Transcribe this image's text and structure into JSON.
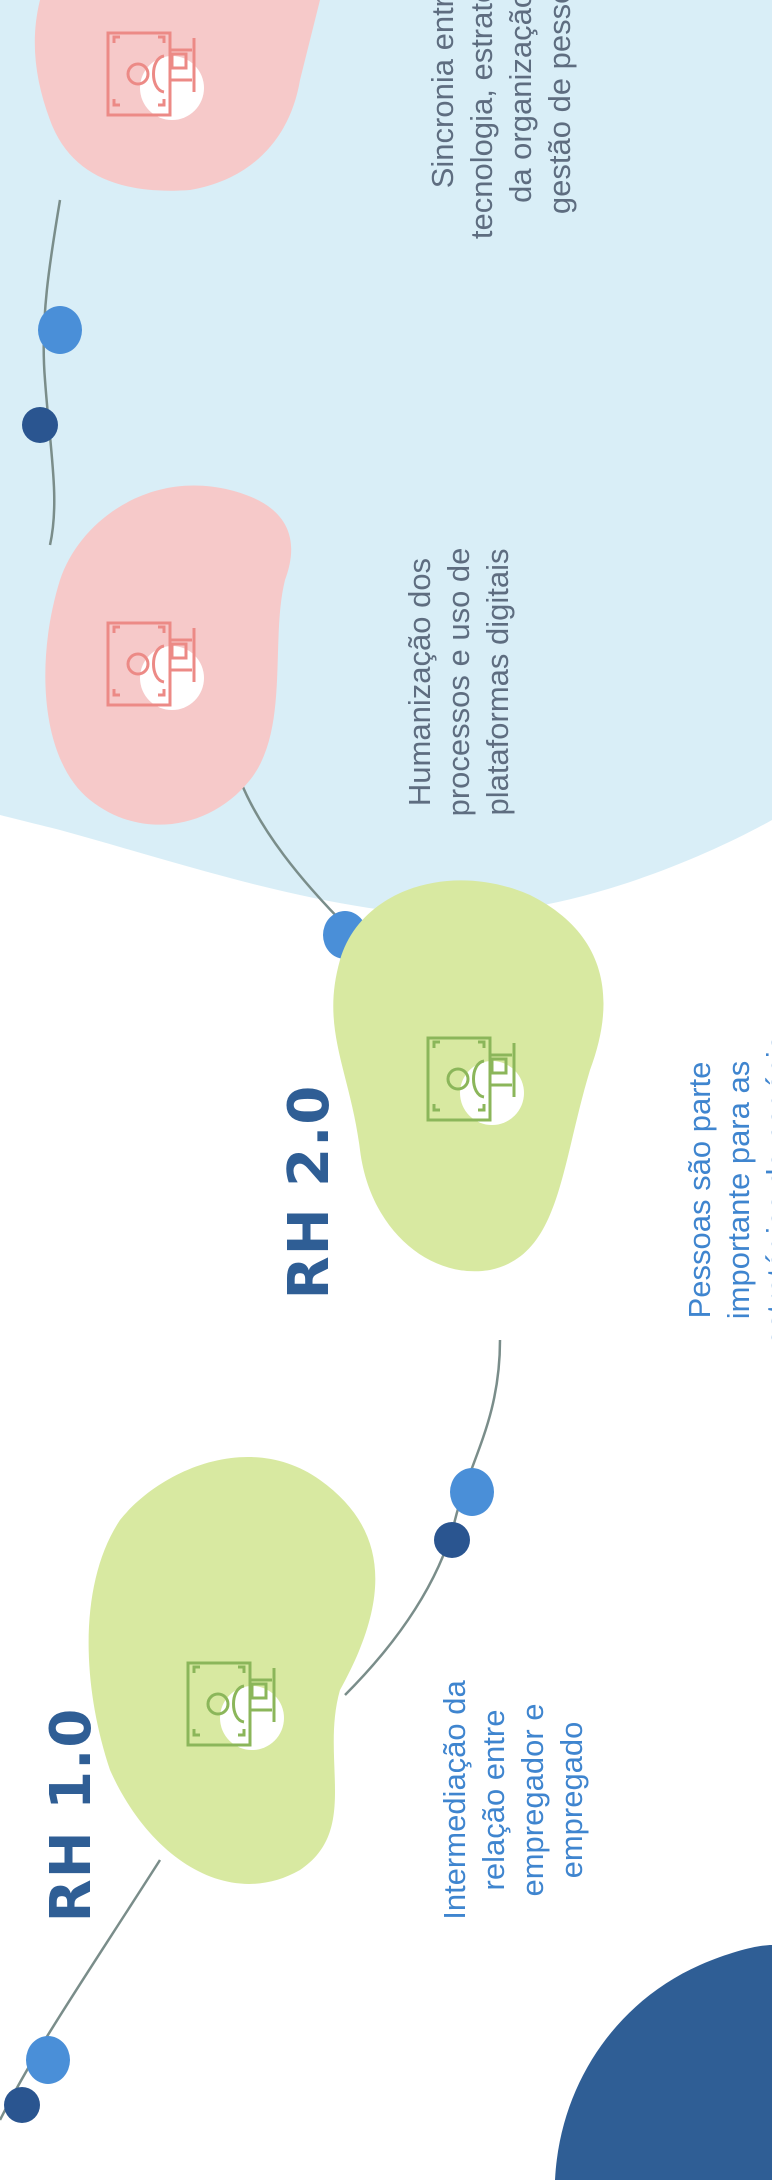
{
  "stages": [
    {
      "title": "RH 1.0",
      "description": "Intermediação da\nrelação entre\nempregador e\nempregado",
      "color": "#d8e9a1"
    },
    {
      "title": "RH 2.0",
      "description": "Pessoas são parte\nimportante para as\nestratégias do negócio",
      "color": "#d8e9a1"
    },
    {
      "title": "",
      "description": "Humanização dos\nprocessos e uso de\nplataformas digitais",
      "color": "#f6c9c9"
    },
    {
      "title": "",
      "description": "Sincronia entre\ntecnologia, estratégias\nda organização e\ngestão de pessoas",
      "color": "#f6c9c9"
    }
  ],
  "colors": {
    "background_region": "#d9eef7",
    "corner_shape": "#2f5e95",
    "dot_light": "#4a8fd8",
    "dot_dark": "#2a5590",
    "line": "#7a8d8a",
    "icon_green": "#8bb65a",
    "icon_red": "#ec8a86"
  },
  "icons": [
    "person-screen-icon",
    "person-screen-icon",
    "person-screen-icon",
    "person-screen-icon"
  ]
}
